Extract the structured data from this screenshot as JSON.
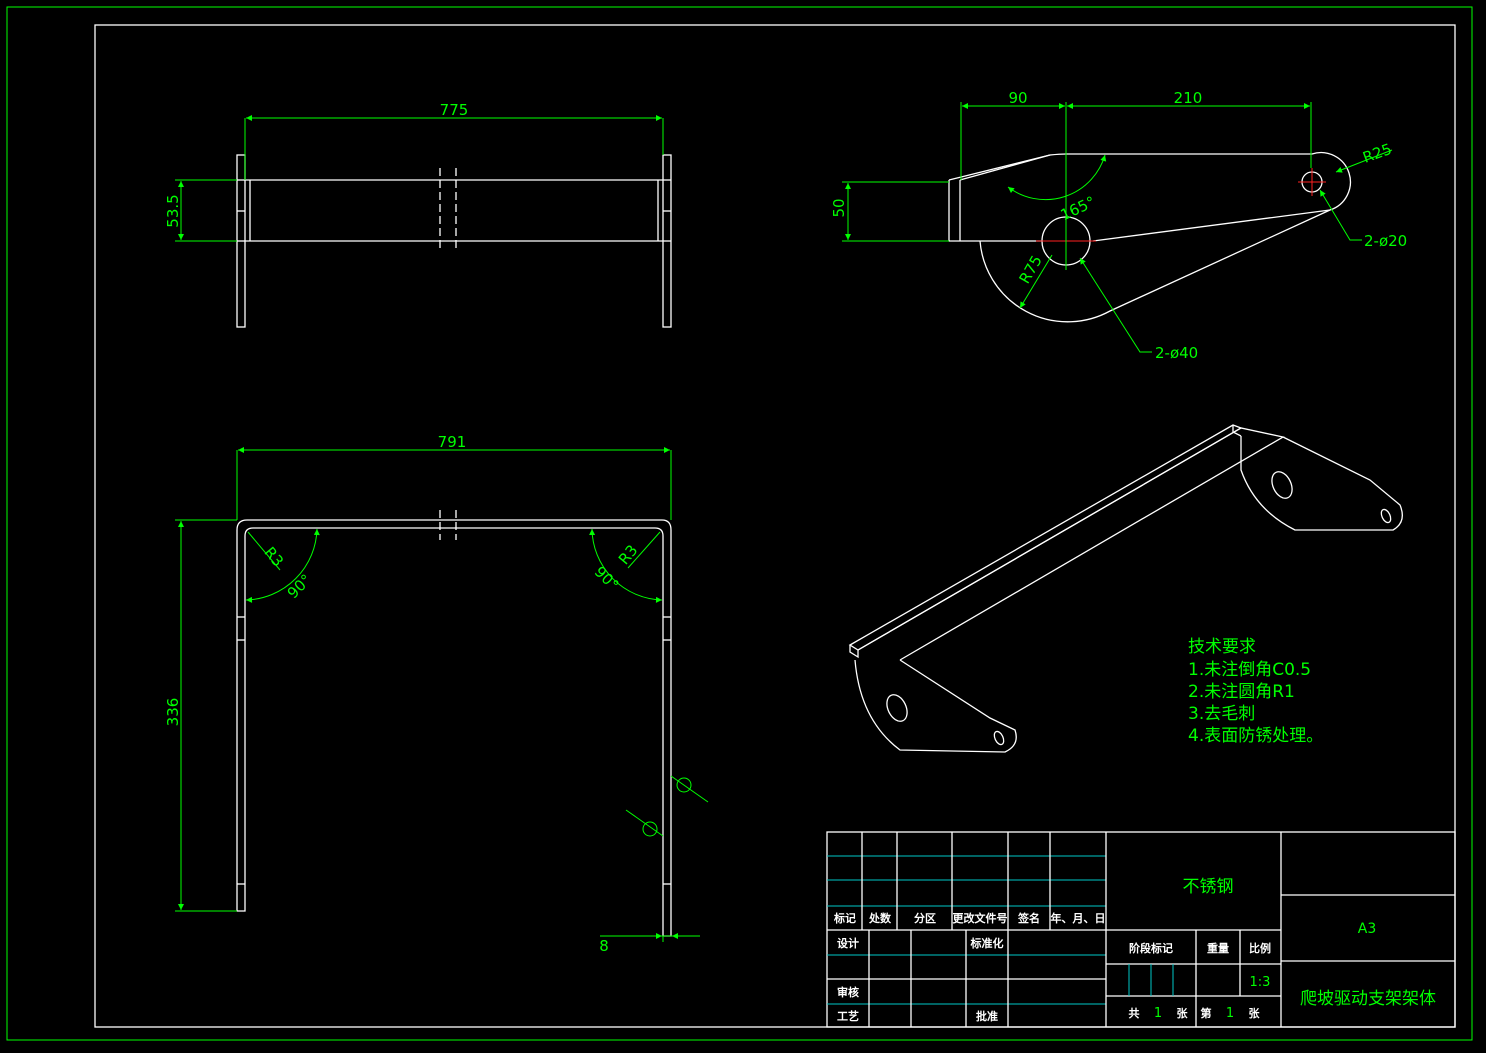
{
  "dimensions": {
    "top_width": "775",
    "top_height": "53.5",
    "front_width": "791",
    "front_height": "336",
    "thickness": "8",
    "radius_r3": "R3",
    "angle_90": "90°",
    "side_left": "90",
    "side_right": "210",
    "side_height": "50",
    "radius_r25": "R25",
    "radius_r75": "R75",
    "angle_165": "165°",
    "hole_small": "2-ø20",
    "hole_large": "2-ø40"
  },
  "technical_requirements": {
    "title": "技术要求",
    "items": [
      "1.未注倒角C0.5",
      "2.未注圆角R1",
      "3.去毛刺",
      "4.表面防锈处理。"
    ]
  },
  "title_block": {
    "material": "不锈钢",
    "paper_size": "A3",
    "drawing_name": "爬坡驱动支架架体",
    "revision_headers": [
      "标记",
      "处数",
      "分区",
      "更改文件号",
      "签名",
      "年、月、日"
    ],
    "design": "设计",
    "standardization": "标准化",
    "review": "审核",
    "process": "工艺",
    "approve": "批准",
    "stage_mark": "阶段标记",
    "weight": "重量",
    "scale_label": "比例",
    "scale": "1:3",
    "sheet_total_label": "共",
    "sheet_total": "1",
    "sheet_word": "张",
    "sheet_no_label": "第",
    "sheet_no": "1",
    "sheet_word2": "张"
  }
}
